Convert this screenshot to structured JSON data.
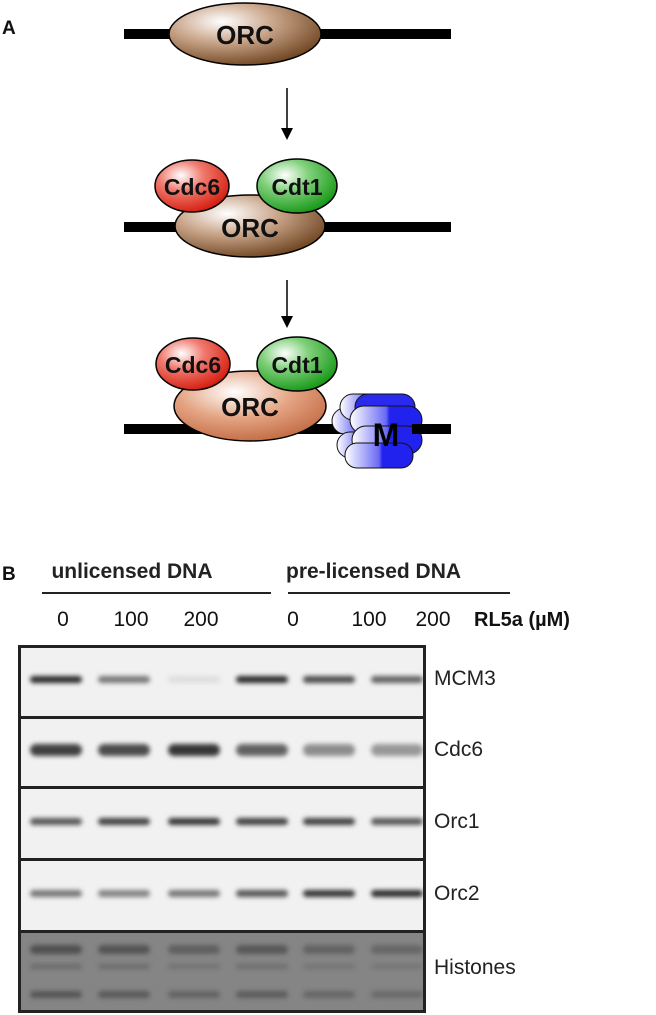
{
  "panel_a": {
    "letter": "A",
    "states": [
      {
        "orc_label": "ORC"
      },
      {
        "orc_label": "ORC",
        "cdc6_label": "Cdc6",
        "cdt1_label": "Cdt1"
      },
      {
        "orc_label": "ORC",
        "cdc6_label": "Cdc6",
        "cdt1_label": "Cdt1",
        "mcm_label": "M"
      }
    ],
    "colors": {
      "orc": "#7a4a22",
      "orc_light": "#c7774f",
      "cdc6": "#dd2211",
      "cdt1": "#1a9a1a",
      "mcm": "#2424ee",
      "dna": "#000000"
    }
  },
  "panel_b": {
    "letter": "B",
    "groups": [
      {
        "label": "unlicensed DNA"
      },
      {
        "label": "pre-licensed DNA"
      }
    ],
    "concentrations": [
      "0",
      "100",
      "200",
      "0",
      "100",
      "200"
    ],
    "axis_title": "RL5a (µM)",
    "rows": [
      {
        "label": "MCM3",
        "intensities": [
          0.9,
          0.55,
          0.08,
          0.9,
          0.75,
          0.65
        ]
      },
      {
        "label": "Cdc6",
        "intensities": [
          0.8,
          0.75,
          0.85,
          0.65,
          0.45,
          0.4
        ]
      },
      {
        "label": "Orc1",
        "intensities": [
          0.7,
          0.8,
          0.85,
          0.8,
          0.8,
          0.7
        ]
      },
      {
        "label": "Orc2",
        "intensities": [
          0.55,
          0.5,
          0.55,
          0.7,
          0.85,
          0.9
        ]
      },
      {
        "label": "Histones",
        "intensities": [
          0.7,
          0.65,
          0.5,
          0.6,
          0.45,
          0.4
        ]
      }
    ]
  }
}
